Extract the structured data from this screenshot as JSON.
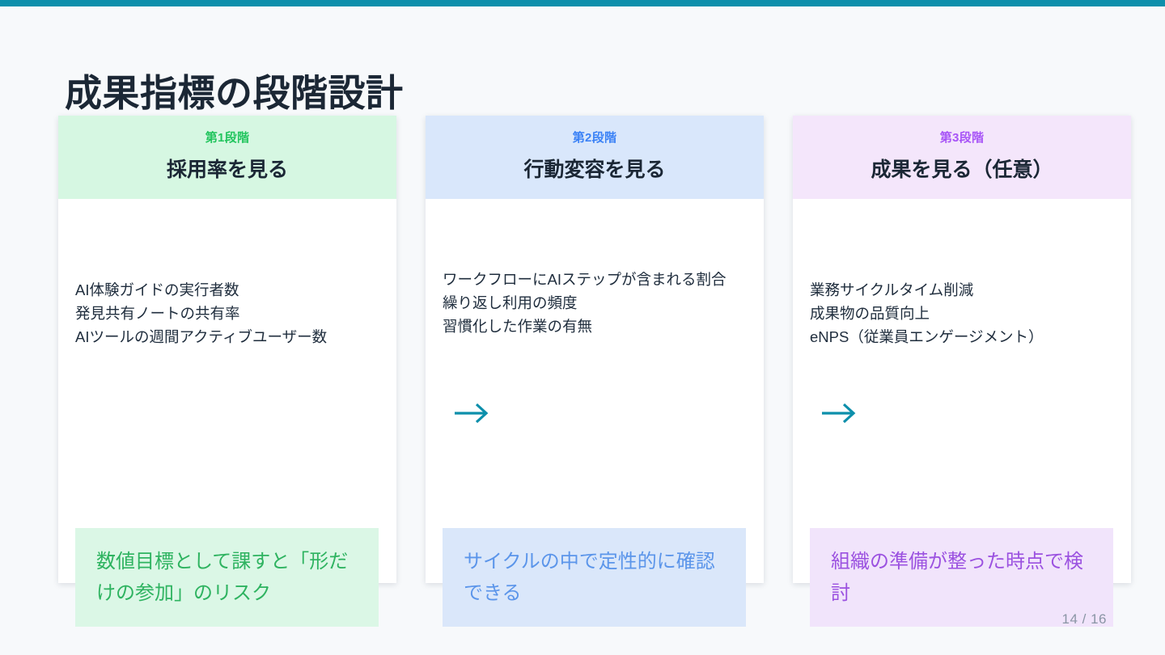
{
  "slide": {
    "title": "成果指標の段階設計",
    "page_indicator": "14 / 16",
    "accent_color": "#0d8fab",
    "background_color": "#f7f9fb",
    "title_color": "#1b2735"
  },
  "cards": [
    {
      "stage_label": "第1段階",
      "title": "採用率を見る",
      "stage_color": "#22c55e",
      "header_bg": "#d6f7e2",
      "metrics": [
        "AI体験ガイドの実行者数",
        "発見共有ノートの共有率",
        "AIツールの週間アクティブユーザー数"
      ],
      "note": "数値目標として課すと「形だけの参加」のリスク",
      "note_bg": "#dbf7e6",
      "note_color": "#2eb360"
    },
    {
      "stage_label": "第2段階",
      "title": "行動変容を見る",
      "stage_color": "#3b82f6",
      "header_bg": "#d9e7fb",
      "metrics": [
        "ワークフローにAIステップが含まれる割合",
        "繰り返し利用の頻度",
        "習慣化した作業の有無"
      ],
      "note": "サイクルの中で定性的に確認できる",
      "note_bg": "#dae7fa",
      "note_color": "#5b95ea"
    },
    {
      "stage_label": "第3段階",
      "title": "成果を見る（任意）",
      "stage_color": "#a855f7",
      "header_bg": "#f4e6fb",
      "metrics": [
        "業務サイクルタイム削減",
        "成果物の品質向上",
        "eNPS（従業員エンゲージメント）"
      ],
      "note": "組織の準備が整った時点で検討",
      "note_bg": "#f1e4fb",
      "note_color": "#9b51e0"
    }
  ],
  "connectors": [
    {
      "icon": "arrow-right-icon",
      "color": "#0d8fab"
    },
    {
      "icon": "arrow-right-icon",
      "color": "#0d8fab"
    }
  ]
}
